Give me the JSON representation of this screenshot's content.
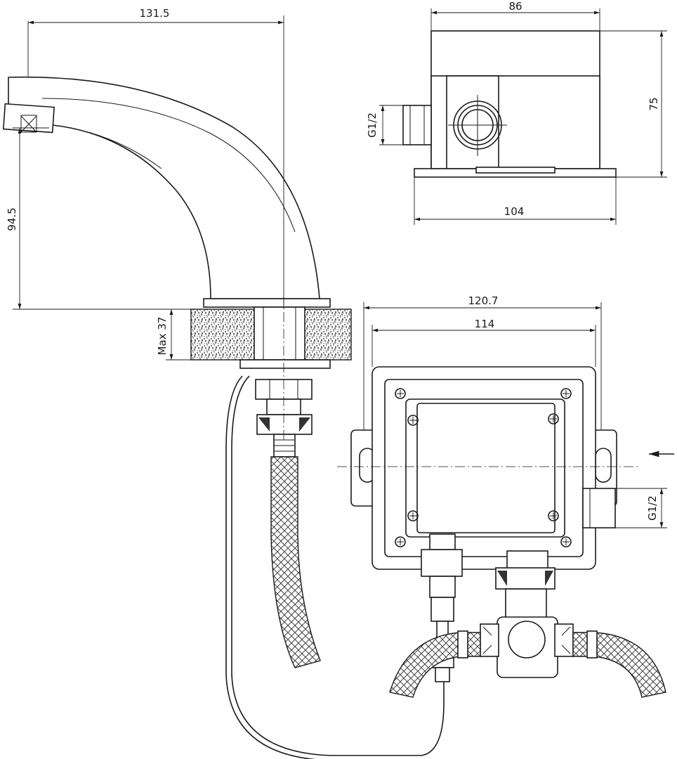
{
  "dimensions": {
    "spout_width": "131.5",
    "spout_height": "94.5",
    "deck_thickness": "Max 37",
    "box_top_width": "86",
    "box_height": "75",
    "box_inlet_thread": "G1/2",
    "box_base_width": "104",
    "control_outer_width": "120.7",
    "control_inner_width": "114",
    "control_inlet_thread": "G1/2"
  },
  "colors": {
    "line": "#1a1a1a",
    "background": "#ffffff"
  }
}
